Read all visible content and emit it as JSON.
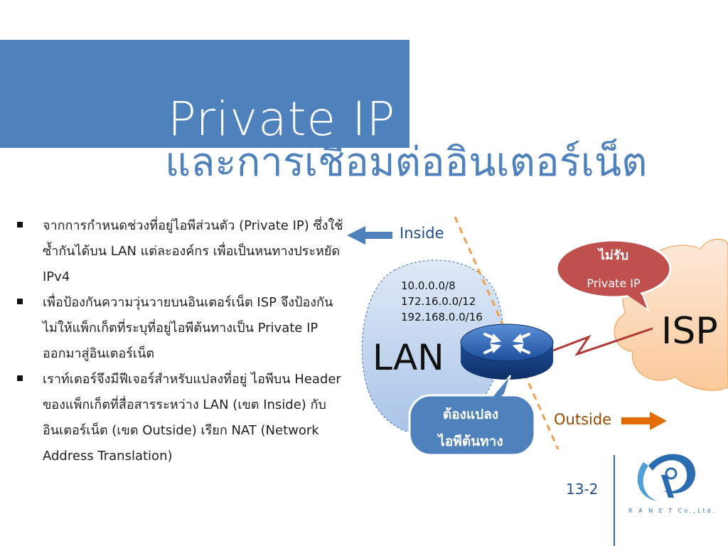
{
  "title": {
    "line1": "Private IP",
    "line2": "และการเชื่อมต่ออินเตอร์เน็ต"
  },
  "bullets": [
    "จากการกำหนดช่วงที่อยู่ไอพีส่วนตัว (Private IP) ซึ่งใช้ซ้ำกันได้บน LAN แต่ละองค์กร เพื่อเป็นหนทางประหยัด IPv4",
    "เพื่อป้องกันความวุ่นวายบนอินเตอร์เน็ต ISP จึงป้องกันไม่ให้แพ็กเก็ตที่ระบุที่อยู่ไอพีต้นทางเป็น Private IP ออกมาสู่อินเตอร์เน็ต",
    "เราท์เตอร์จึงมีฟีเจอร์สำหรับแปลงที่อยู่ ไอพีบน Header ของแพ็กเก็ตที่สื่อสารระหว่าง LAN (เขต Inside) กับอินเตอร์เน็ต (เขต Outside) เรียก NAT (Network Address Translation)"
  ],
  "diagram": {
    "inside_label": "Inside",
    "outside_label": "Outside",
    "lan_label": "LAN",
    "isp_label": "ISP",
    "private_ranges": [
      "10.0.0.0/8",
      "172.16.0.0/12",
      "192.168.0.0/16"
    ],
    "isp_bubble": {
      "line1": "ไม่รับ",
      "line2": "Private IP"
    },
    "router_bubble": {
      "line1": "ต้องแปลง",
      "line2": "ไอพีต้นทาง"
    }
  },
  "page_number": "13-2",
  "logo_text": "R A N E T Co.,Ltd.",
  "colors": {
    "accent_blue": "#4f81bd",
    "bubble_red": "#c0504d",
    "arrow_orange": "#e36c09",
    "cloud_fill": "#fcd5b4"
  }
}
